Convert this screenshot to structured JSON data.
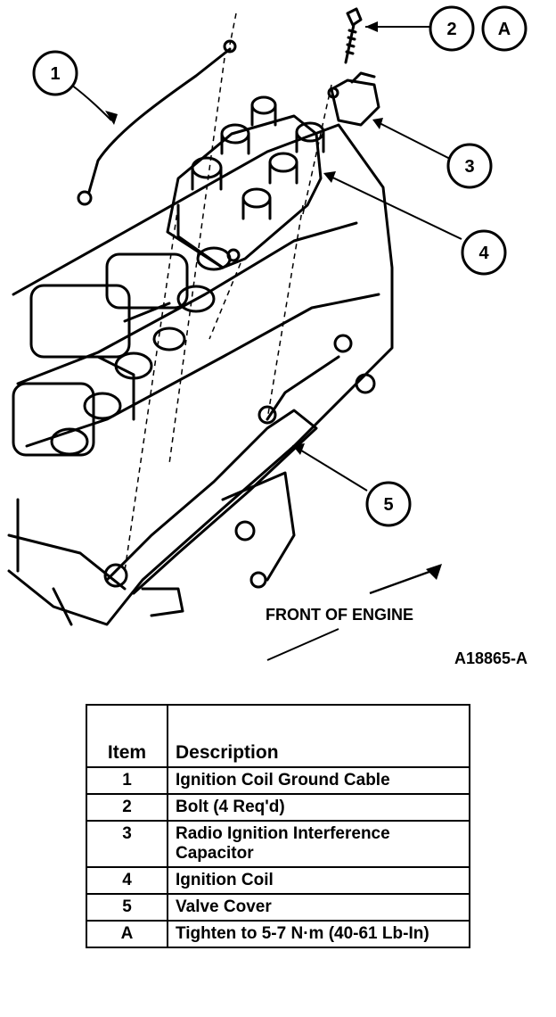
{
  "callouts": [
    "1",
    "2",
    "A",
    "3",
    "4",
    "5"
  ],
  "front_label": "FRONT OF ENGINE",
  "figure_id": "A18865-A",
  "legend": {
    "headers": {
      "item": "Item",
      "description": "Description"
    },
    "rows": [
      {
        "item": "1",
        "description": "Ignition Coil Ground Cable"
      },
      {
        "item": "2",
        "description": "Bolt (4 Req'd)"
      },
      {
        "item": "3",
        "description": "Radio Ignition Interference Capacitor"
      },
      {
        "item": "4",
        "description": "Ignition Coil"
      },
      {
        "item": "5",
        "description": "Valve Cover"
      },
      {
        "item": "A",
        "description": "Tighten to 5-7 N·m (40-61 Lb-In)"
      }
    ]
  }
}
